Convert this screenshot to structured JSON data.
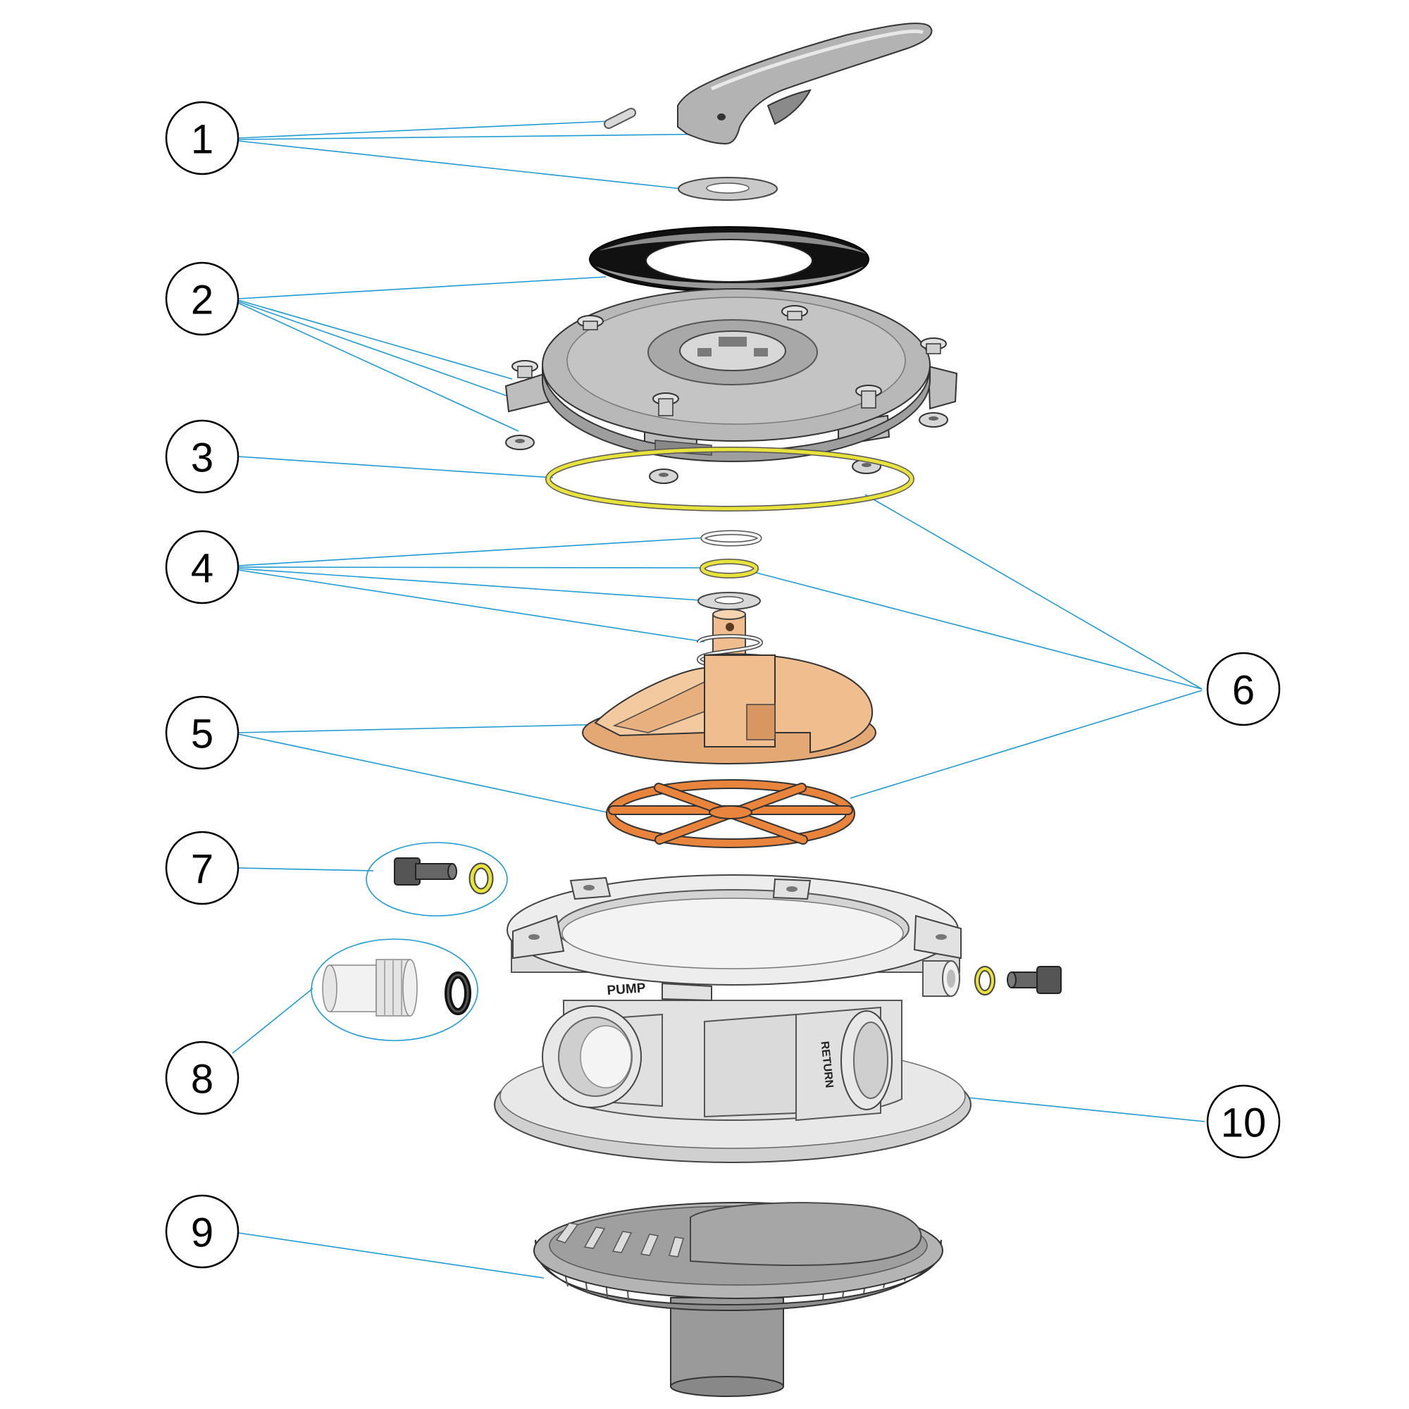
{
  "colors": {
    "leader": "#1f9bd4",
    "grey_part": "#b9b9b9",
    "light_part": "#e6e6e6",
    "yellow_oring": "#e8e23c",
    "tan_rotor": "#f0bd8e",
    "orange_gasket": "#e8843c",
    "black_gasket": "#111111"
  },
  "callouts": [
    {
      "number": "1",
      "part": "handle-pin-washer"
    },
    {
      "number": "2",
      "part": "cover-gasket-screws-nuts"
    },
    {
      "number": "3",
      "part": "cover-oring"
    },
    {
      "number": "4",
      "part": "shaft-seals-spring"
    },
    {
      "number": "5",
      "part": "rotor-and-star-gasket"
    },
    {
      "number": "6",
      "part": "orings-and-gasket"
    },
    {
      "number": "7",
      "part": "drain-plug-and-oring"
    },
    {
      "number": "8",
      "part": "adapter-and-gasket"
    },
    {
      "number": "9",
      "part": "diffuser-strainer"
    },
    {
      "number": "10",
      "part": "valve-body"
    }
  ],
  "body_labels": {
    "pump": "PUMP",
    "return": "RETURN"
  }
}
